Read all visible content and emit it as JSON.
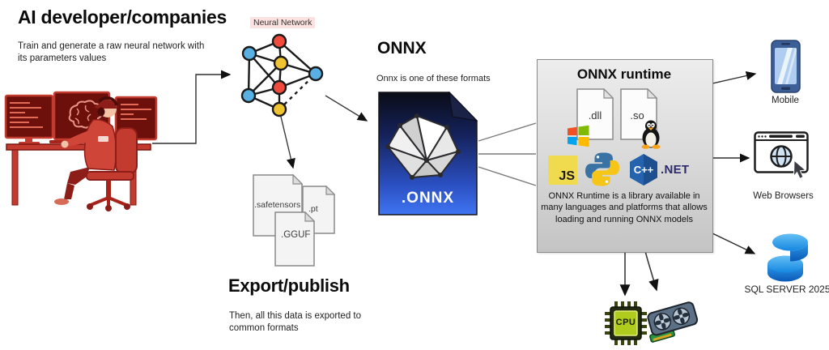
{
  "developer": {
    "title": "AI developer/companies",
    "description": "Train and generate a raw neural network with its parameters values"
  },
  "neural_network": {
    "label": "Neural Network"
  },
  "export_section": {
    "title": "Export/publish",
    "description": "Then, all this data is exported to common formats",
    "files": {
      "safetensors": ".safetensors",
      "pt": ".pt",
      "gguf": ".GGUF"
    }
  },
  "onnx": {
    "title": "ONNX",
    "subtitle": "Onnx is one of these formats",
    "file_label": ".ONNX"
  },
  "runtime": {
    "title": "ONNX runtime",
    "dll_label": ".dll",
    "so_label": ".so",
    "js_label": "JS",
    "cpp_label": "C++",
    "dotnet_label": ".NET",
    "description": "ONNX Runtime is a library available in many languages and platforms that allows loading and running ONNX models"
  },
  "targets": {
    "mobile_label": "Mobile",
    "web_label": "Web Browsers",
    "sql_label": "SQL SERVER 2025",
    "cpu_label": "CPU"
  },
  "colors": {
    "node_blue": "#58b0e3",
    "node_red": "#f04b3c",
    "node_yellow": "#f0c330",
    "onnx_file_blue": "#3f74f2",
    "js_yellow": "#f0db4f",
    "python_blue": "#3a72a4",
    "python_yellow": "#f5c518",
    "cpp_blue": "#2563ae",
    "dotnet_navy": "#2b2a6a",
    "sql_blue": "#1487e0",
    "illustration_red": "#c23b2e",
    "runtime_box_gray": "#d9d9d9"
  }
}
